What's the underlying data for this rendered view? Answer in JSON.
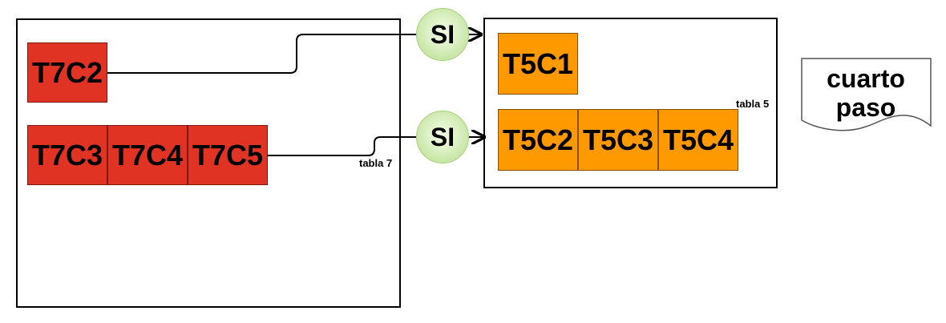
{
  "tabla7": {
    "label": "tabla 7",
    "cells_top": [
      "T7C2"
    ],
    "cells_row": [
      "T7C3",
      "T7C4",
      "T7C5"
    ]
  },
  "tabla5": {
    "label": "tabla 5",
    "cells_top": [
      "T5C1"
    ],
    "cells_row": [
      "T5C2",
      "T5C3",
      "T5C4"
    ]
  },
  "connectors": [
    {
      "from": "T7C2",
      "to": "T5C1",
      "label": "SI"
    },
    {
      "from": "T7C5",
      "to": "T5C2",
      "label": "SI"
    }
  ],
  "note": {
    "line1": "cuarto",
    "line2": "paso"
  },
  "colors": {
    "tabla7_cell": "#e03324",
    "tabla5_cell": "#ff9900",
    "decision_circle": "#d9efc0"
  }
}
